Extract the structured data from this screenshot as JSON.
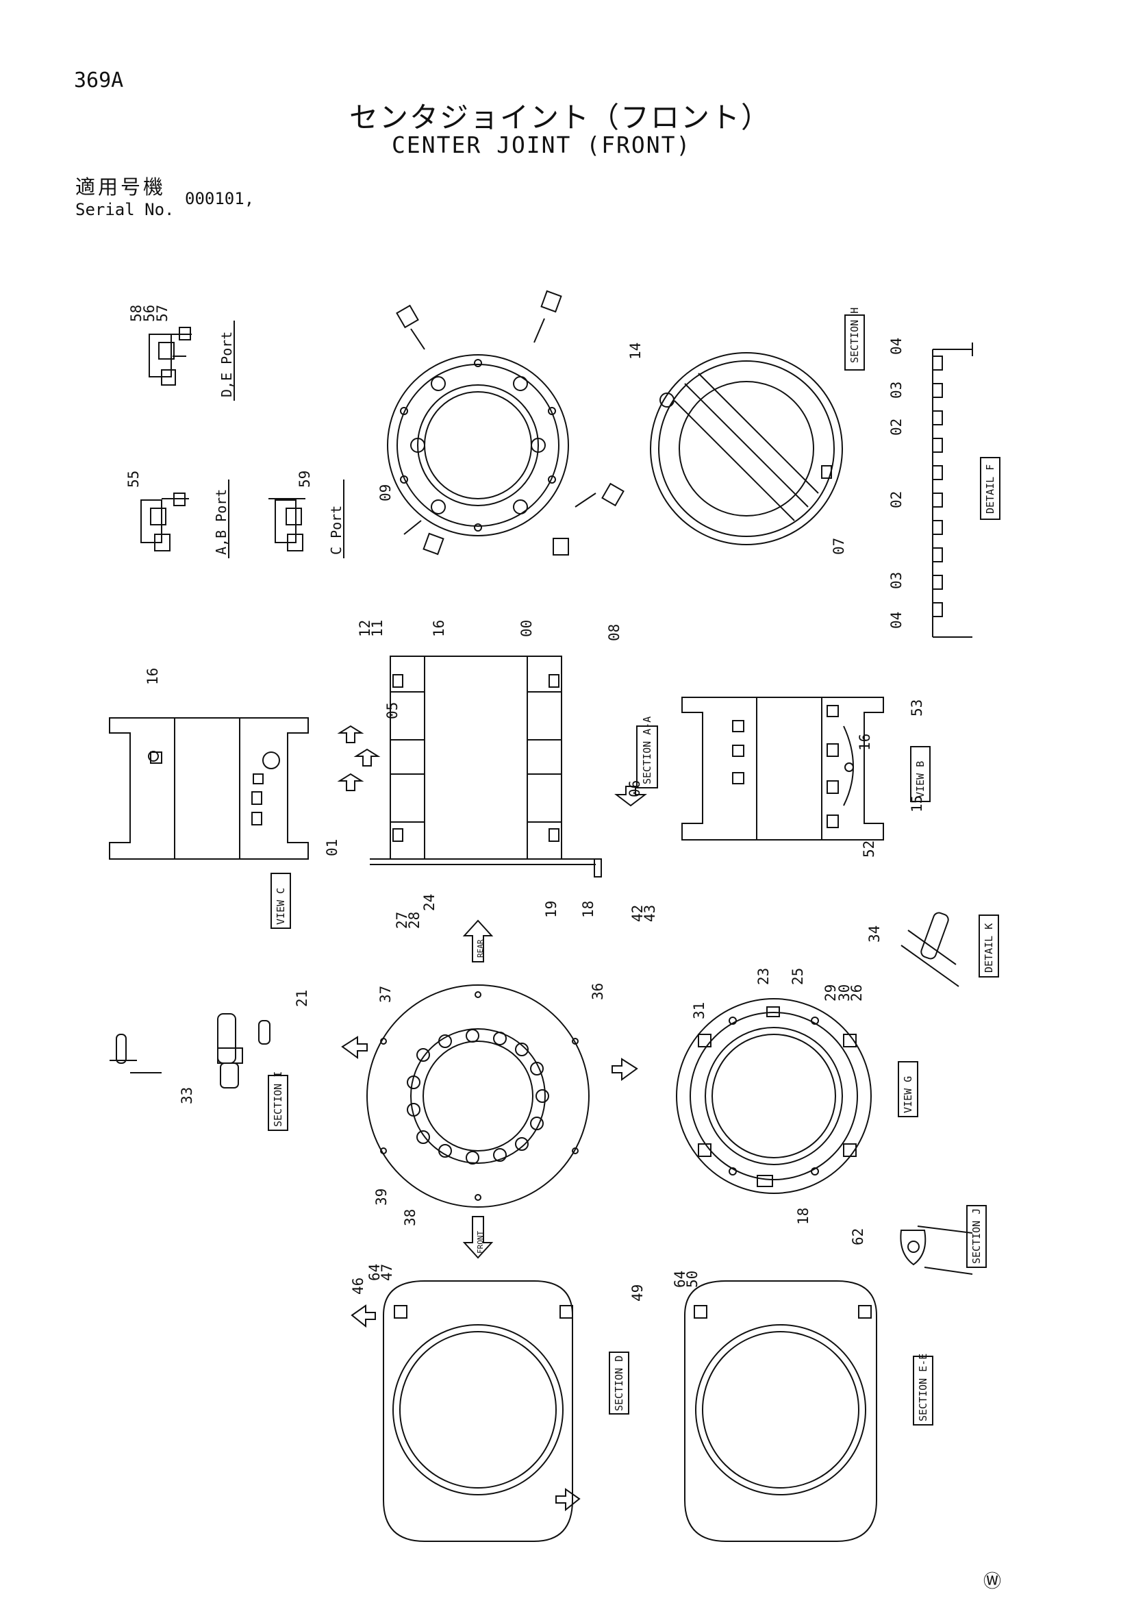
{
  "header": {
    "page_number": "369A",
    "title_jp": "センタジョイント（フロント）",
    "title_en": "CENTER JOINT (FRONT)",
    "serial_label_jp": "適用号機",
    "serial_label_en": "Serial No.",
    "serial_value": "000101,"
  },
  "labels": {
    "de_port": "D,E Port",
    "ab_port": "A,B Port",
    "c_port": "C Port",
    "section_h": "SECTION H",
    "detail_f": "DETAIL F",
    "section_aa": "SECTION A-A",
    "view_c": "VIEW C",
    "view_b": "VIEW B",
    "detail_k": "DETAIL K",
    "section_i": "SECTION I",
    "view_g": "VIEW G",
    "section_j": "SECTION J",
    "section_d": "SECTION D",
    "section_ee": "SECTION E-E",
    "rear": "REAR",
    "front": "FRONT"
  },
  "callouts": [
    "58",
    "56",
    "57",
    "55",
    "59",
    "09",
    "14",
    "07",
    "04",
    "03",
    "02",
    "02",
    "03",
    "04",
    "12",
    "11",
    "16",
    "00",
    "08",
    "05",
    "16",
    "53",
    "16",
    "15",
    "52",
    "01",
    "06",
    "19",
    "18",
    "42",
    "43",
    "27",
    "28",
    "24",
    "34",
    "37",
    "36",
    "21",
    "23",
    "25",
    "29",
    "30",
    "26",
    "31",
    "33",
    "39",
    "38",
    "18",
    "62",
    "46",
    "64",
    "47",
    "49",
    "64",
    "50"
  ],
  "footer": {
    "mark": "Ⓦ"
  }
}
